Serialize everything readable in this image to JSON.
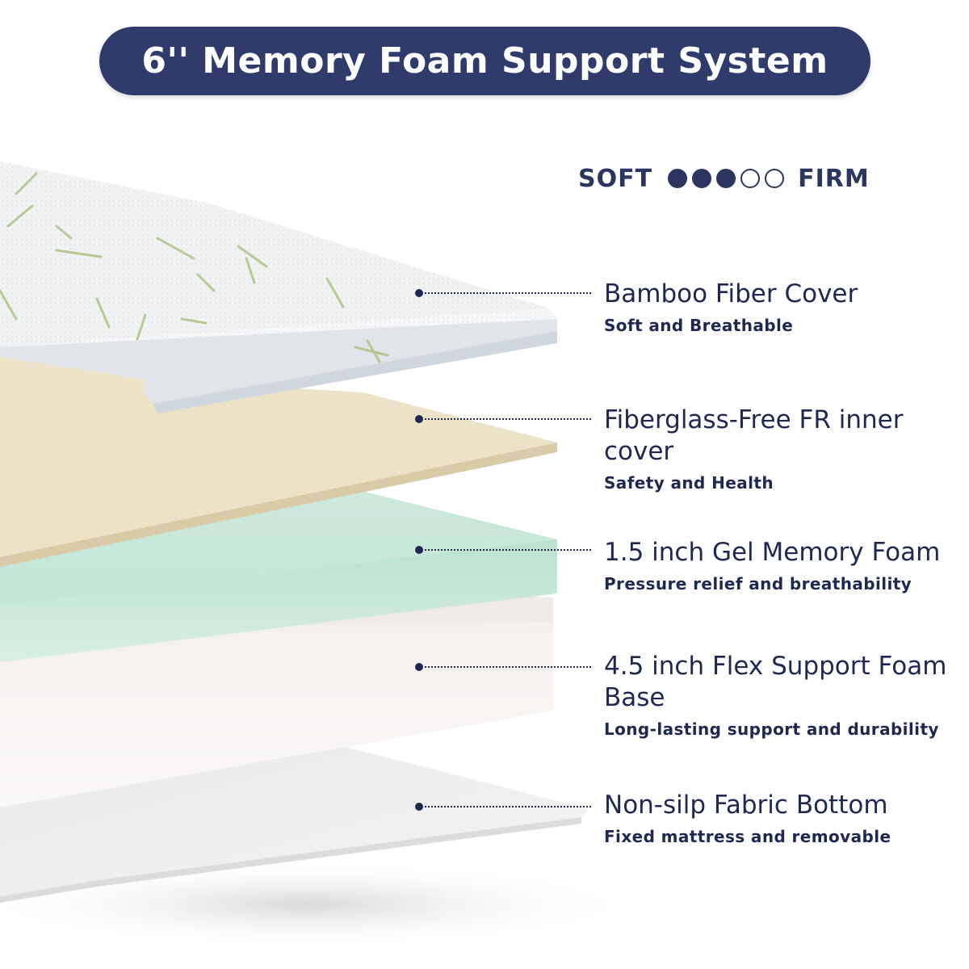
{
  "title": "6'' Memory Foam Support System",
  "firmness": {
    "soft_label": "SOFT",
    "firm_label": "FIRM",
    "level": 3,
    "scale": 5
  },
  "layers": [
    {
      "name": "Bamboo Fiber Cover",
      "desc": "Soft and Breathable"
    },
    {
      "name": "Fiberglass-Free FR inner cover",
      "desc": "Safety and Health"
    },
    {
      "name": "1.5 inch Gel Memory Foam",
      "desc": "Pressure relief and breathability"
    },
    {
      "name": "4.5 inch Flex Support Foam Base",
      "desc": "Long-lasting support and durability"
    },
    {
      "name": "Non-silp Fabric Bottom",
      "desc": "Fixed mattress and removable"
    }
  ],
  "colors": {
    "navy": "#2f3c6b",
    "text": "#1f2850",
    "bamboo_cover": "#f3f4f5",
    "inner_cover": "#ece2c8",
    "gel_foam": "#cfeadf",
    "support_foam": "#f6f2f0",
    "bottom_fabric": "#f2f2f2"
  }
}
